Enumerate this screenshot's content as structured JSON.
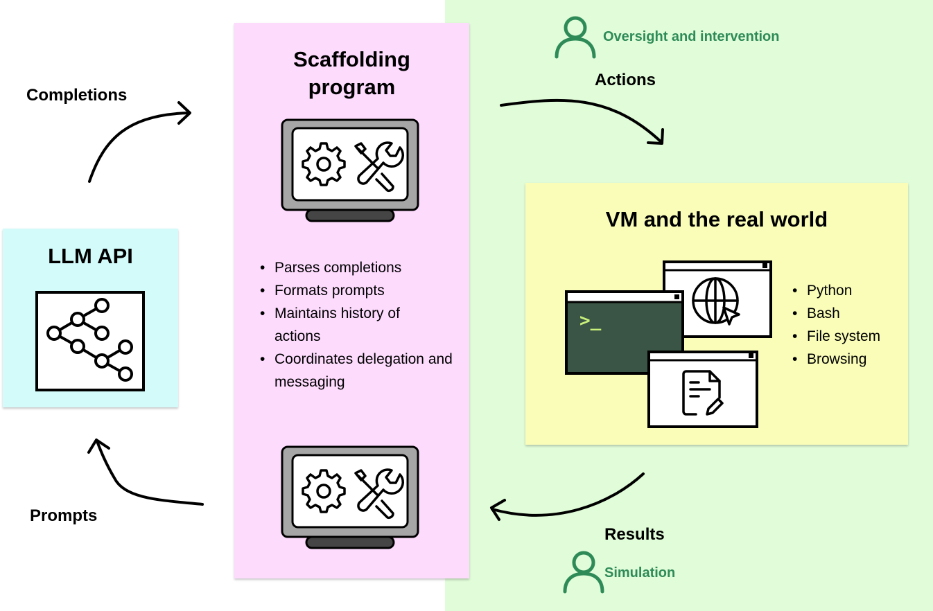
{
  "colors": {
    "llm_card_bg": "#d2fbfa",
    "scaffolding_card_bg": "#fddbfd",
    "vm_card_bg": "#f9fdb8",
    "green_region_bg": "#e0fcd8",
    "human_accent": "#2e8b57",
    "terminal_bg": "#3a5445",
    "terminal_prompt": "#c8f07a",
    "monitor_frame": "#a6a6a6",
    "monitor_stand": "#454545"
  },
  "llm_api": {
    "title": "LLM API",
    "icon": "network-tree-icon"
  },
  "scaffolding": {
    "title_line1": "Scaffolding",
    "title_line2": "program",
    "icon_top": "monitor-gear-tools-icon",
    "icon_bottom": "monitor-gear-tools-icon",
    "bullets": [
      "Parses completions",
      "Formats prompts",
      "Maintains history of actions",
      "Coordinates delegation and messaging"
    ]
  },
  "vm": {
    "title": "VM and the real world",
    "terminal_prompt": ">_",
    "icons": [
      "terminal-window-icon",
      "browser-globe-icon",
      "document-edit-icon"
    ],
    "bullets": [
      "Python",
      "Bash",
      "File system",
      "Browsing"
    ]
  },
  "flows": {
    "completions": "Completions",
    "prompts": "Prompts",
    "actions": "Actions",
    "results": "Results"
  },
  "humans": {
    "oversight": "Oversight and intervention",
    "simulation": "Simulation"
  }
}
